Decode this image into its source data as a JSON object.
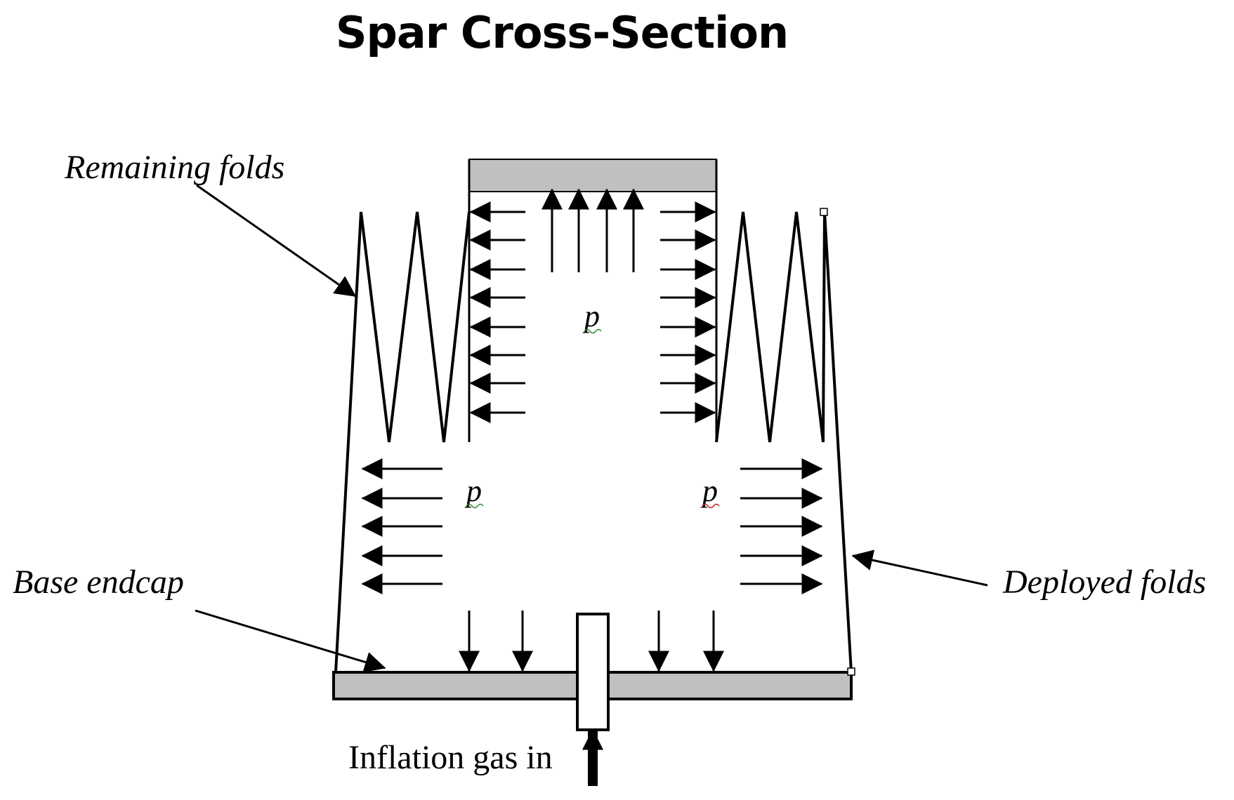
{
  "title": "Spar Cross-Section",
  "labels": {
    "remaining_folds": "Remaining folds",
    "base_endcap": "Base endcap",
    "deployed_folds": "Deployed folds",
    "inflation_gas_in": "Inflation gas in",
    "pressure_top": "p",
    "pressure_left": "p",
    "pressure_right": "p"
  },
  "colors": {
    "endcap_fill": "#c0c0c0",
    "stroke": "#000000",
    "squiggle_green": "#2e8b2e",
    "squiggle_red": "#cc2222"
  }
}
